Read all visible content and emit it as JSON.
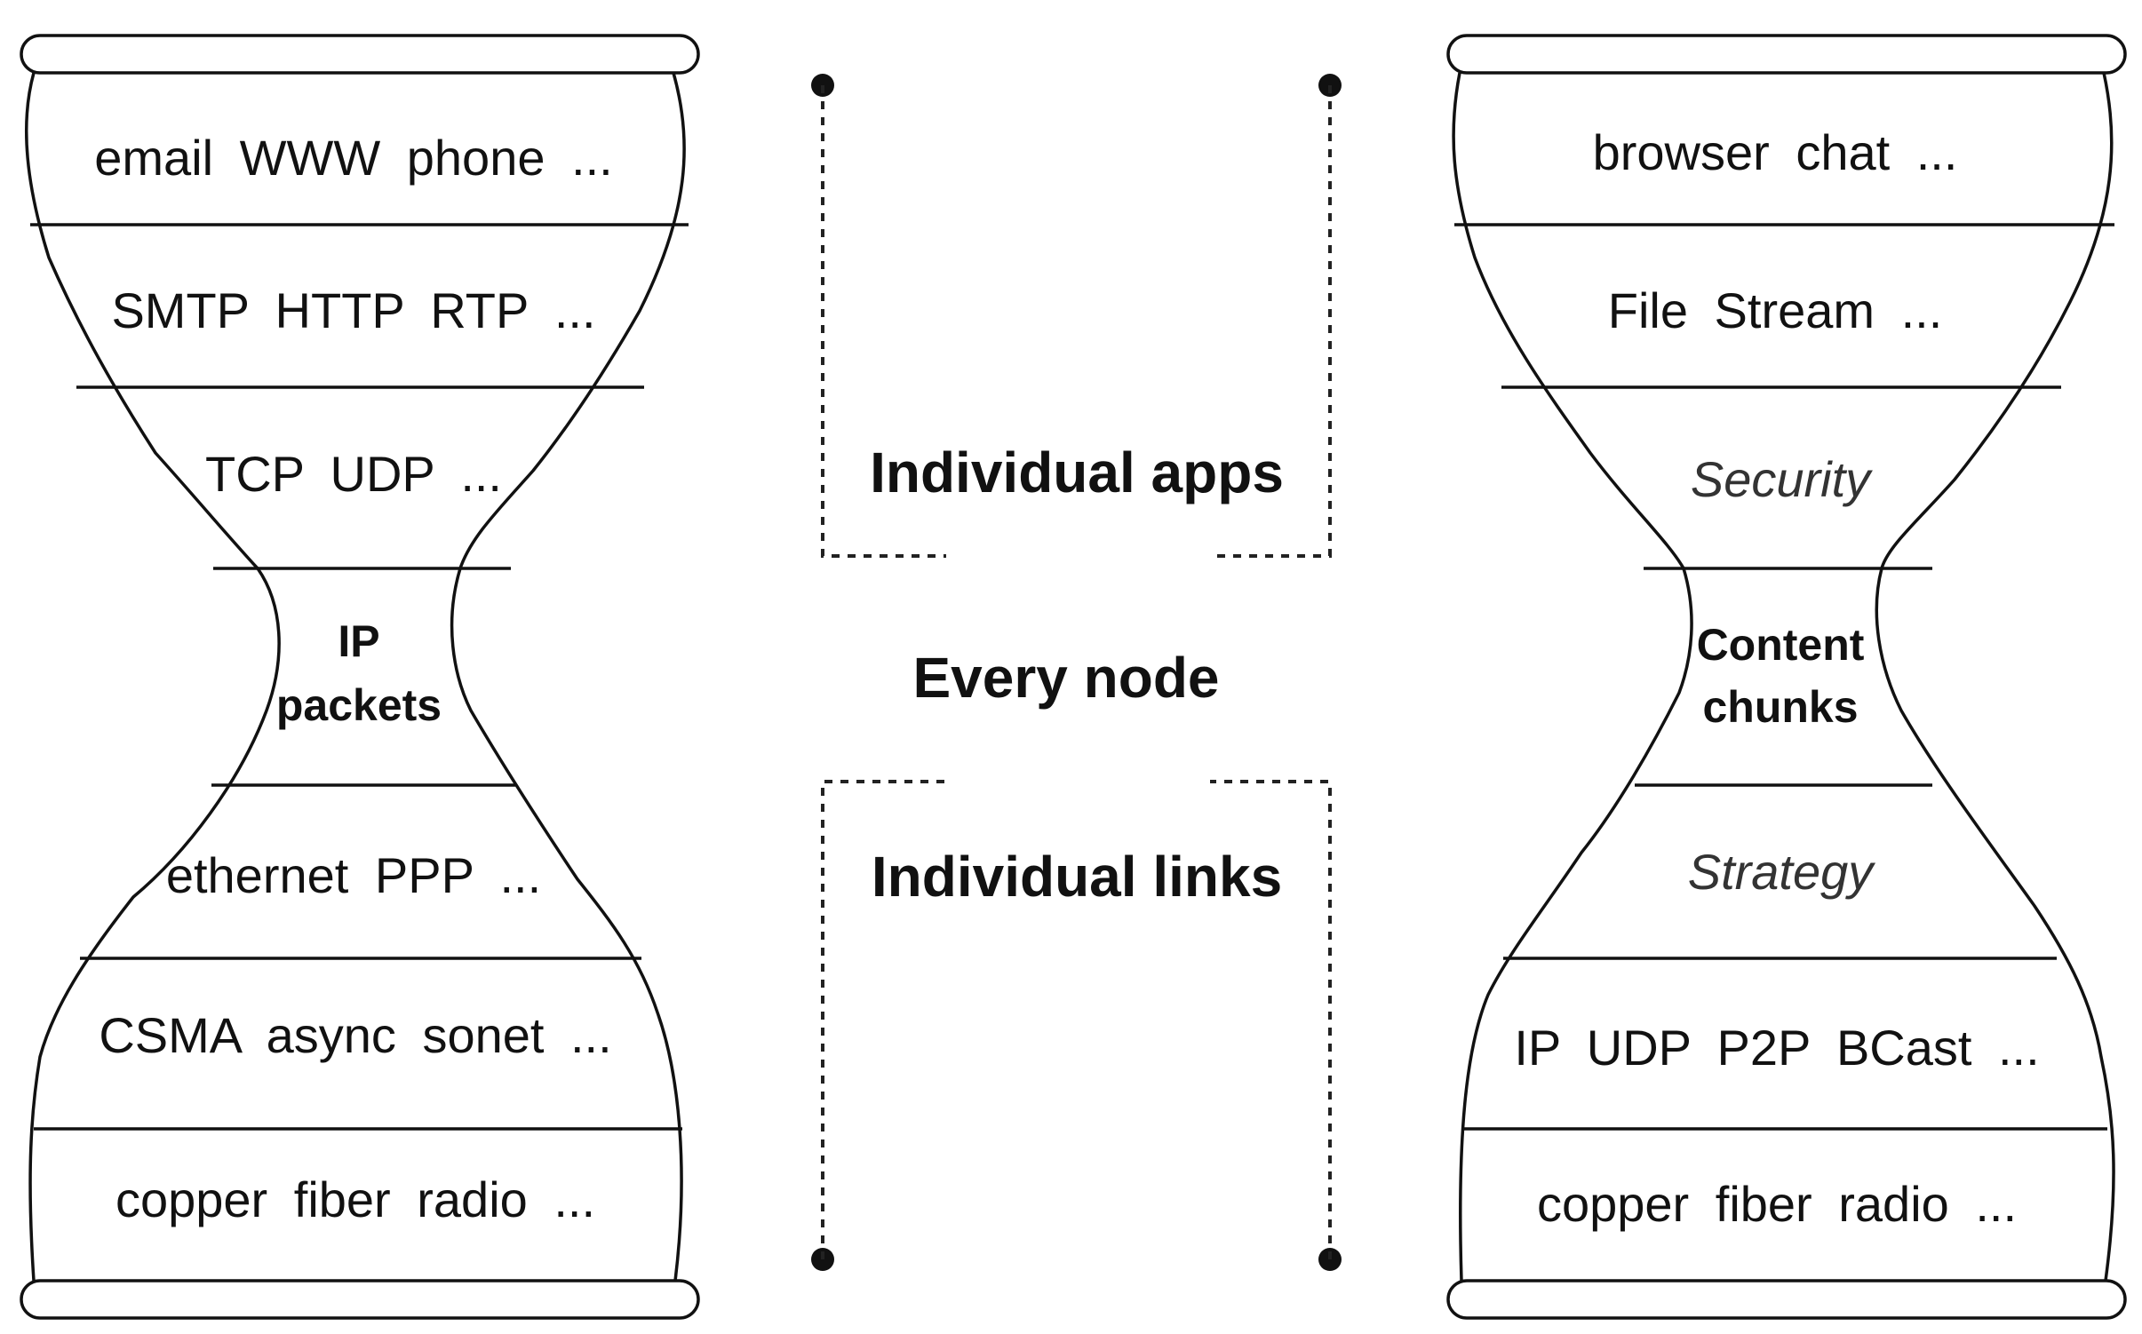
{
  "left_hourglass": {
    "layers": [
      {
        "text": "email  WWW  phone ..."
      },
      {
        "text": "SMTP  HTTP  RTP ..."
      },
      {
        "text": "TCP  UDP  ..."
      },
      {
        "line1": "IP",
        "line2": "packets"
      },
      {
        "text": "ethernet  PPP ..."
      },
      {
        "text": "CSMA  async  sonet  ..."
      },
      {
        "text": "copper  fiber  radio  ..."
      }
    ]
  },
  "right_hourglass": {
    "layers": [
      {
        "text": "browser  chat  ..."
      },
      {
        "text": "File  Stream  ..."
      },
      {
        "text": "Security"
      },
      {
        "line1": "Content",
        "line2": "chunks"
      },
      {
        "text": "Strategy"
      },
      {
        "text": "IP  UDP  P2P  BCast ..."
      },
      {
        "text": "copper  fiber  radio  ..."
      }
    ]
  },
  "center": {
    "top_label": "Individual apps",
    "middle_label": "Every node",
    "bottom_label": "Individual links"
  }
}
